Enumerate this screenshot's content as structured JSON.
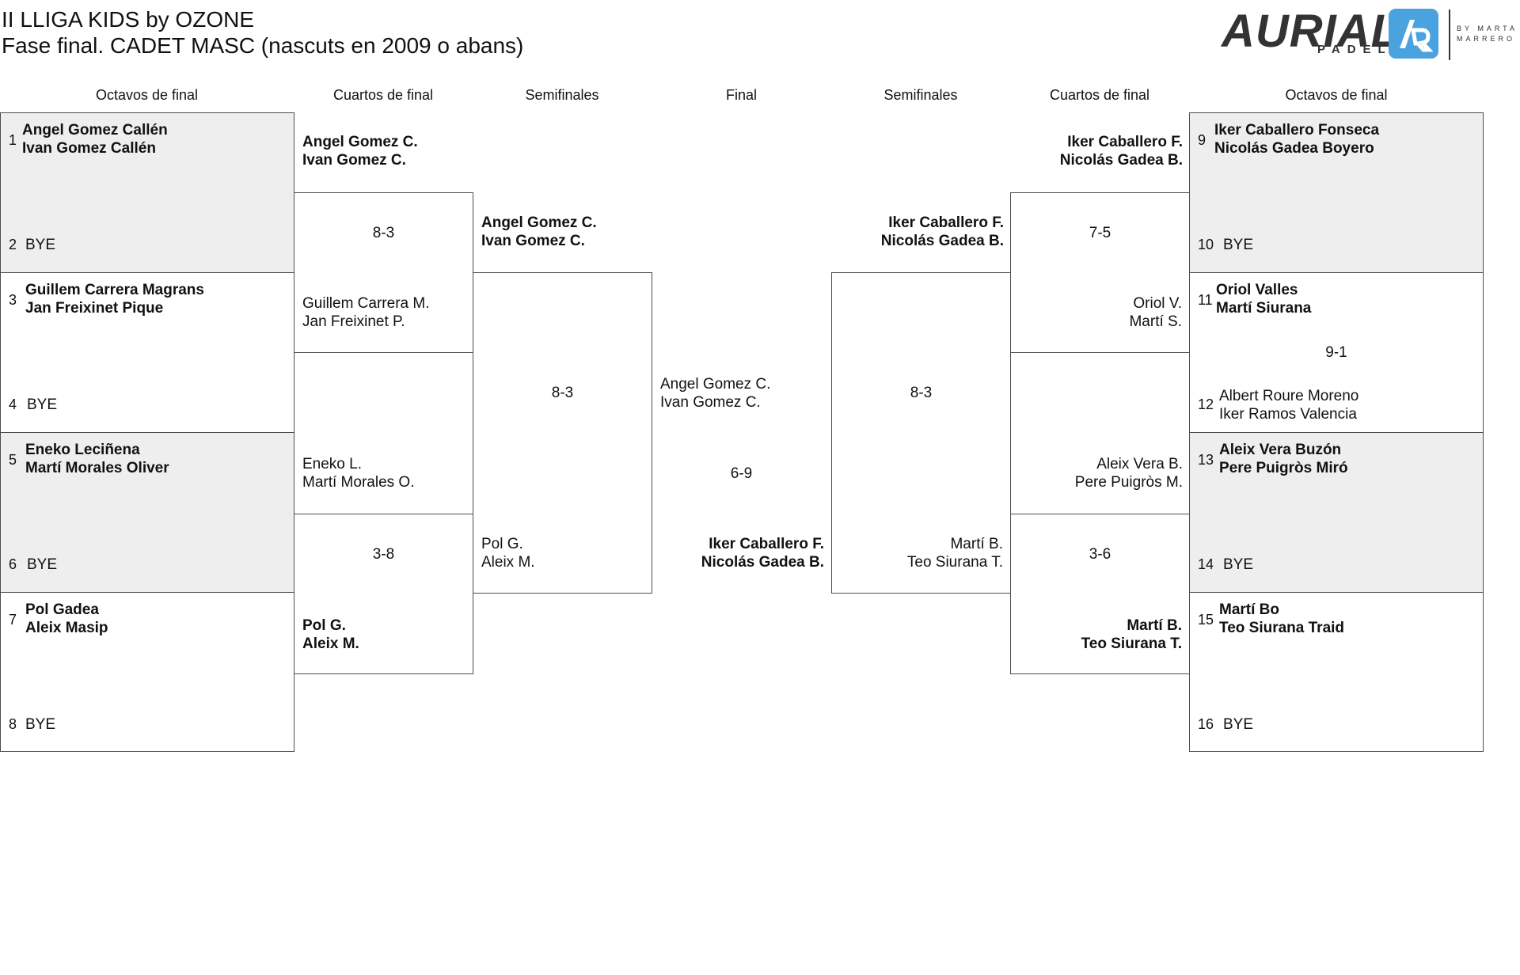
{
  "header": {
    "title_line1": "II LLIGA KIDS by OZONE",
    "title_line2": "Fase final. CADET MASC (nascuts en 2009 o abans)"
  },
  "logo": {
    "wordmark": "AURIAL",
    "subtext": "PADEL",
    "by_line1": "BY MARTA",
    "by_line2": "MARRERO",
    "badge_color": "#4aa3df",
    "icon": "aurial-padel-logo"
  },
  "colors": {
    "shaded": "#eeeeee",
    "border": "#4d4d4d",
    "text": "#111111"
  },
  "rounds": {
    "left_r16": "Octavos de final",
    "left_qf": "Cuartos de final",
    "left_sf": "Semifinales",
    "final": "Final",
    "right_sf": "Semifinales",
    "right_qf": "Cuartos de final",
    "right_r16": "Octavos de final"
  },
  "r16_left": [
    {
      "seed": "1",
      "p1": "Angel Gomez Callén",
      "p2": "Ivan Gomez Callén"
    },
    {
      "seed": "2",
      "p1": "BYE"
    },
    {
      "seed": "3",
      "p1": "Guillem Carrera Magrans",
      "p2": "Jan Freixinet Pique"
    },
    {
      "seed": "4",
      "p1": "BYE"
    },
    {
      "seed": "5",
      "p1": "Eneko Leciñena",
      "p2": "Martí Morales Oliver"
    },
    {
      "seed": "6",
      "p1": "BYE"
    },
    {
      "seed": "7",
      "p1": "Pol Gadea",
      "p2": "Aleix Masip"
    },
    {
      "seed": "8",
      "p1": "BYE"
    }
  ],
  "r16_right": [
    {
      "seed": "9",
      "p1": "Iker Caballero Fonseca",
      "p2": "Nicolás Gadea Boyero"
    },
    {
      "seed": "10",
      "p1": "BYE"
    },
    {
      "seed": "11",
      "p1": "Oriol Valles",
      "p2": "Martí Siurana"
    },
    {
      "seed": "12",
      "p1": "Albert Roure Moreno",
      "p2": "Iker Ramos Valencia"
    },
    {
      "seed": "13",
      "p1": "Aleix Vera Buzón",
      "p2": "Pere Puigròs Miró"
    },
    {
      "seed": "14",
      "p1": "BYE"
    },
    {
      "seed": "15",
      "p1": "Martí Bo",
      "p2": "Teo Siurana Traid"
    },
    {
      "seed": "16",
      "p1": "BYE"
    }
  ],
  "r16_right_scores": [
    "9-1"
  ],
  "qf_left": {
    "teams": [
      {
        "p1": "Angel Gomez C.",
        "p2": "Ivan Gomez C."
      },
      {
        "p1": "Guillem Carrera M.",
        "p2": "Jan Freixinet P."
      },
      {
        "p1": "Eneko L.",
        "p2": "Martí Morales O."
      },
      {
        "p1": "Pol G.",
        "p2": "Aleix M."
      }
    ],
    "scores": [
      "8-3",
      "3-8"
    ]
  },
  "qf_right": {
    "teams": [
      {
        "p1": "Iker Caballero F.",
        "p2": "Nicolás Gadea B."
      },
      {
        "p1": "Oriol V.",
        "p2": "Martí S."
      },
      {
        "p1": "Aleix Vera B.",
        "p2": "Pere Puigròs M."
      },
      {
        "p1": "Martí B.",
        "p2": "Teo Siurana T."
      }
    ],
    "scores": [
      "7-5",
      "3-6"
    ]
  },
  "sf_left": {
    "teams": [
      {
        "p1": "Angel Gomez C.",
        "p2": "Ivan Gomez C."
      },
      {
        "p1": "Pol G.",
        "p2": "Aleix M."
      }
    ],
    "score": "8-3"
  },
  "sf_right": {
    "teams": [
      {
        "p1": "Iker Caballero F.",
        "p2": "Nicolás Gadea B."
      },
      {
        "p1": "Martí B.",
        "p2": "Teo Siurana T."
      }
    ],
    "score": "8-3"
  },
  "final": {
    "teams": [
      {
        "p1": "Angel Gomez C.",
        "p2": "Ivan Gomez C."
      },
      {
        "p1": "Iker Caballero F.",
        "p2": "Nicolás Gadea B."
      }
    ],
    "score": "6-9"
  }
}
